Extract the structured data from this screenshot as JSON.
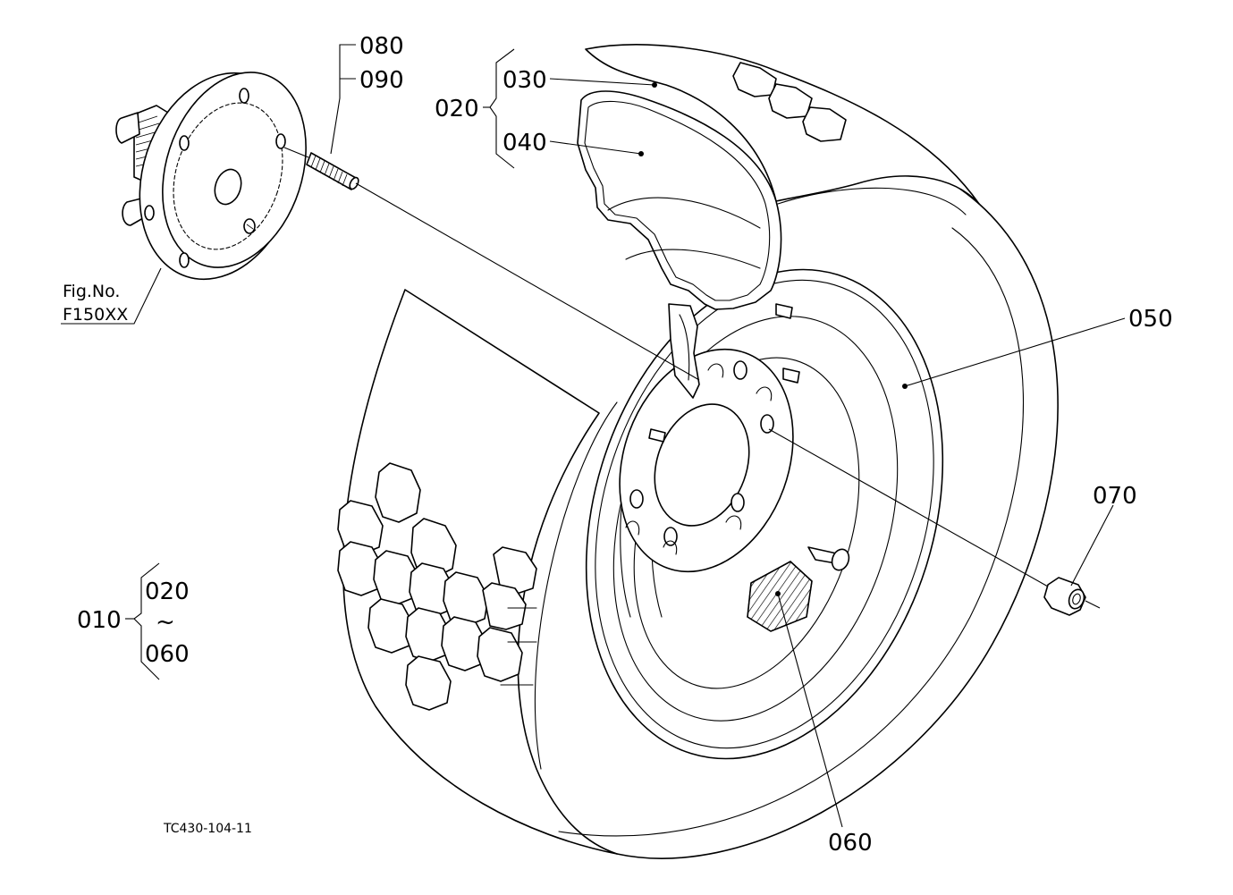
{
  "figure": {
    "code": "TC430-104-11",
    "reference": {
      "line1": "Fig.No.",
      "line2": "F150XX"
    }
  },
  "callouts": {
    "p010": "010",
    "p020_group": "020",
    "p020_sub": "020",
    "range_tilde": "~",
    "p030": "030",
    "p040": "040",
    "p050": "050",
    "p060_sub": "060",
    "p060": "060",
    "p070": "070",
    "p080": "080",
    "p090": "090"
  },
  "colors": {
    "line": "#000000",
    "background": "#ffffff"
  }
}
